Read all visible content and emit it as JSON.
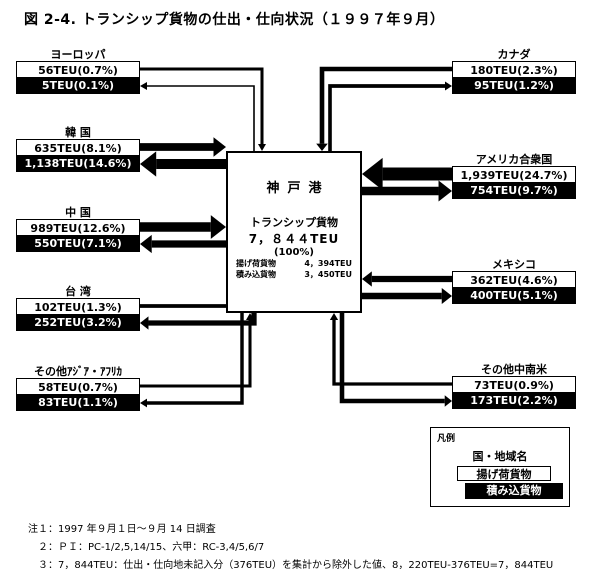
{
  "title": "図 2-4. トランシップ貨物の仕出・仕向状況（１９９７年９月）",
  "port": {
    "name": "神戸港",
    "heading": "トランシップ貨物",
    "total": "7，８４４TEU",
    "percent": "(100%)",
    "unloaded_label": "揚げ荷貨物",
    "unloaded_value": "4，394TEU",
    "loaded_label": "積み込貨物",
    "loaded_value": "3，450TEU"
  },
  "regions": [
    {
      "name": "ヨーロッパ",
      "unloaded": "56TEU(0.7%)",
      "loaded": "5TEU(0.1%)"
    },
    {
      "name": "韓 国",
      "unloaded": "635TEU(8.1%)",
      "loaded": "1,138TEU(14.6%)"
    },
    {
      "name": "中 国",
      "unloaded": "989TEU(12.6%)",
      "loaded": "550TEU(7.1%)"
    },
    {
      "name": "台 湾",
      "unloaded": "102TEU(1.3%)",
      "loaded": "252TEU(3.2%)"
    },
    {
      "name": "その他ｱｼﾞｱ・ｱﾌﾘｶ",
      "unloaded": "58TEU(0.7%)",
      "loaded": "83TEU(1.1%)"
    },
    {
      "name": "カナダ",
      "unloaded": "180TEU(2.3%)",
      "loaded": "95TEU(1.2%)"
    },
    {
      "name": "アメリカ合衆国",
      "unloaded": "1,939TEU(24.7%)",
      "loaded": "754TEU(9.7%)"
    },
    {
      "name": "メキシコ",
      "unloaded": "362TEU(4.6%)",
      "loaded": "400TEU(5.1%)"
    },
    {
      "name": "その他中南米",
      "unloaded": "73TEU(0.9%)",
      "loaded": "173TEU(2.2%)"
    }
  ],
  "flows": [
    {
      "unloaded_teu": 56,
      "loaded_teu": 5
    },
    {
      "unloaded_teu": 635,
      "loaded_teu": 1138
    },
    {
      "unloaded_teu": 989,
      "loaded_teu": 550
    },
    {
      "unloaded_teu": 102,
      "loaded_teu": 252
    },
    {
      "unloaded_teu": 58,
      "loaded_teu": 83
    },
    {
      "unloaded_teu": 180,
      "loaded_teu": 95
    },
    {
      "unloaded_teu": 1939,
      "loaded_teu": 754
    },
    {
      "unloaded_teu": 362,
      "loaded_teu": 400
    },
    {
      "unloaded_teu": 73,
      "loaded_teu": 173
    }
  ],
  "legend": {
    "title": "凡例",
    "sample_region": "国・地域名",
    "unloaded": "揚げ荷貨物",
    "loaded": "積み込貨物"
  },
  "notes": [
    "注１：1997 年９月１日～９月 14 日調査",
    "　２：ＰＩ：PC-1/2,5,14/15、六甲：RC-3,4/5,6/7",
    "　３：7，844TEU：仕出・仕向地未記入分（376TEU）を集計から除外した値、8，220TEU-376TEU=7，844TEU"
  ]
}
